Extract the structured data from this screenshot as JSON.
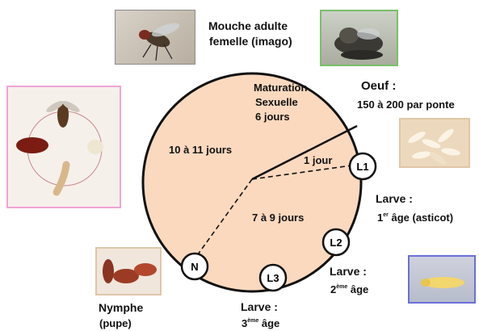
{
  "title": {
    "line1": "Mouche adulte",
    "line2": "femelle (imago)"
  },
  "egg": {
    "title": "Oeuf :",
    "detail": "150 à 200 par ponte"
  },
  "arcs": {
    "maturation_1": "Maturation",
    "maturation_2": "Sexuelle",
    "maturation_3": "6 jours",
    "pupa_duration": "10 à 11 jours",
    "egg_duration": "1 jour",
    "larva_duration": "7 à 9  jours"
  },
  "nodes": {
    "l1": "L1",
    "l2": "L2",
    "l3": "L3",
    "n": "N"
  },
  "larva1": {
    "title": "Larve :",
    "ord": "1",
    "sup": "er",
    "rest": " âge (asticot)"
  },
  "larva2": {
    "title": "Larve :",
    "ord": "2",
    "sup": "ème",
    "rest": " âge"
  },
  "larva3": {
    "title": "Larve :",
    "ord": "3",
    "sup": "ème",
    "rest": " âge"
  },
  "pupa": {
    "title": "Nymphe",
    "detail": "(pupe)"
  },
  "colors": {
    "disc_fill": "#fbd9bf",
    "disc_stroke": "#111111",
    "frame_green": "#7bbf6a",
    "frame_pink": "#f1a3d6",
    "frame_blue": "#6a6fd8",
    "frame_grey": "#8a8a8a",
    "frame_peach": "#e0c6a8"
  },
  "icons": [
    "fly-photo",
    "mating-flies-photo",
    "life-cycle-photo",
    "eggs-photo",
    "larva-photo",
    "pupae-photo"
  ]
}
